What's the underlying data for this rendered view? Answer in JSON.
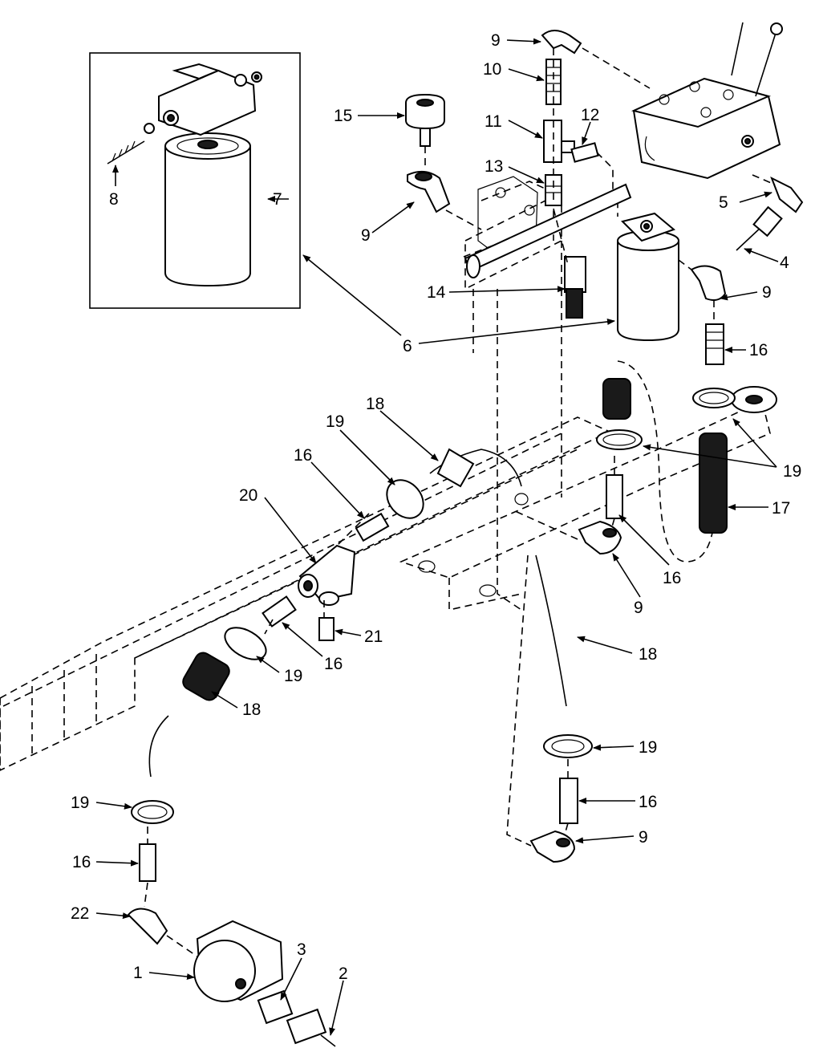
{
  "callouts": {
    "c1": "1",
    "c2": "2",
    "c3": "3",
    "c4": "4",
    "c5": "5",
    "c6": "6",
    "c7": "7",
    "c8": "8",
    "c9a": "9",
    "c9b": "9",
    "c9c": "9",
    "c9d": "9",
    "c9e": "9",
    "c10": "10",
    "c11": "11",
    "c12": "12",
    "c13": "13",
    "c14": "14",
    "c15": "15",
    "c16a": "16",
    "c16b": "16",
    "c16c": "16",
    "c16d": "16",
    "c16e": "16",
    "c16f": "16",
    "c17": "17",
    "c18a": "18",
    "c18b": "18",
    "c18c": "18",
    "c19a": "19",
    "c19b": "19",
    "c19c": "19",
    "c19d": "19",
    "c19e": "19",
    "c20": "20",
    "c21": "21",
    "c22": "22"
  }
}
